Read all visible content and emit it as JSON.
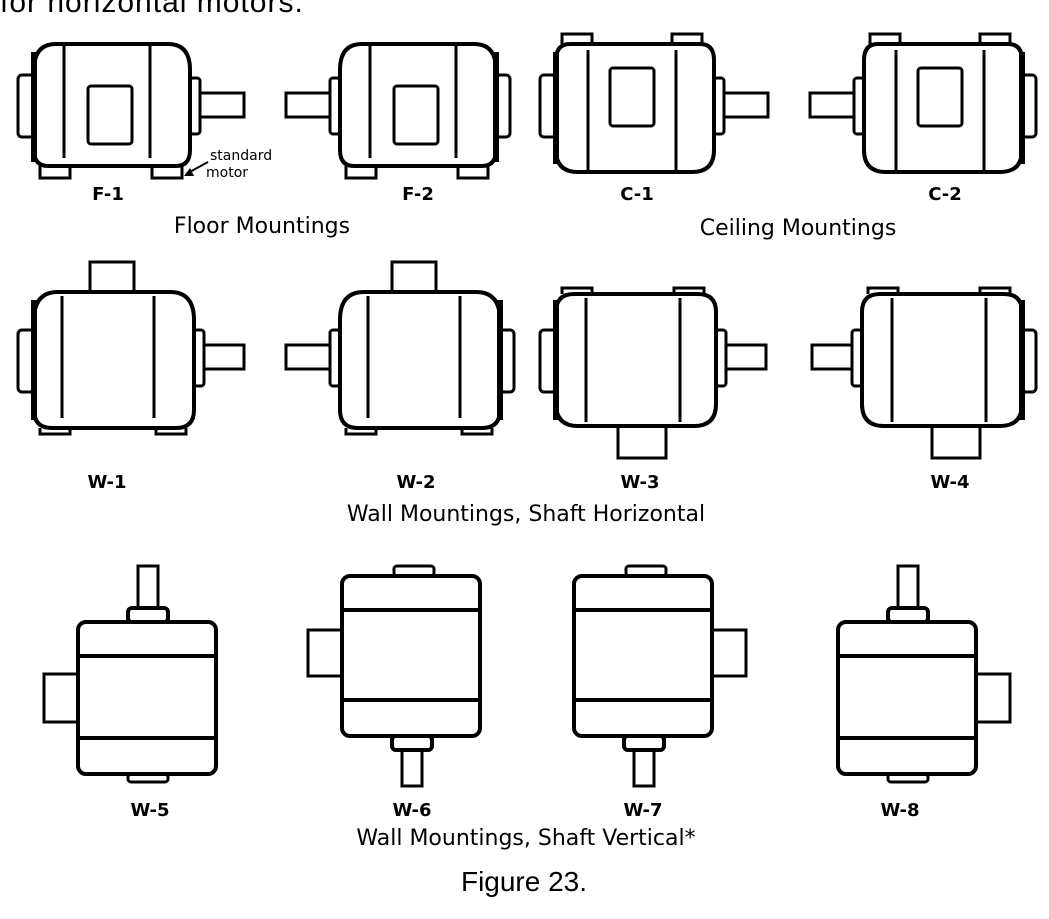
{
  "header": {
    "partial_text": "for horizontal motors."
  },
  "figure": {
    "caption": "Figure 23.",
    "groups": [
      {
        "id": "floor",
        "label": "Floor Mountings"
      },
      {
        "id": "ceiling",
        "label": "Ceiling Mountings"
      },
      {
        "id": "wall-horizontal",
        "label": "Wall Mountings, Shaft Horizontal"
      },
      {
        "id": "wall-vertical",
        "label": "Wall Mountings, Shaft Vertical*"
      }
    ],
    "mountings": [
      {
        "code": "F-1",
        "group": "floor",
        "shaft_side": "right",
        "box_position": "top"
      },
      {
        "code": "F-2",
        "group": "floor",
        "shaft_side": "left",
        "box_position": "top"
      },
      {
        "code": "C-1",
        "group": "ceiling",
        "shaft_side": "right",
        "box_position": "top"
      },
      {
        "code": "C-2",
        "group": "ceiling",
        "shaft_side": "left",
        "box_position": "top"
      },
      {
        "code": "W-1",
        "group": "wall-horizontal",
        "shaft_side": "right",
        "box_position": "top"
      },
      {
        "code": "W-2",
        "group": "wall-horizontal",
        "shaft_side": "left",
        "box_position": "top"
      },
      {
        "code": "W-3",
        "group": "wall-horizontal",
        "shaft_side": "right",
        "box_position": "bottom"
      },
      {
        "code": "W-4",
        "group": "wall-horizontal",
        "shaft_side": "left",
        "box_position": "bottom"
      },
      {
        "code": "W-5",
        "group": "wall-vertical",
        "shaft_direction": "up",
        "box_side": "left"
      },
      {
        "code": "W-6",
        "group": "wall-vertical",
        "shaft_direction": "down",
        "box_side": "left"
      },
      {
        "code": "W-7",
        "group": "wall-vertical",
        "shaft_direction": "down",
        "box_side": "right"
      },
      {
        "code": "W-8",
        "group": "wall-vertical",
        "shaft_direction": "up",
        "box_side": "right"
      }
    ],
    "annotation": {
      "line1": "standard",
      "line2": "motor"
    }
  }
}
